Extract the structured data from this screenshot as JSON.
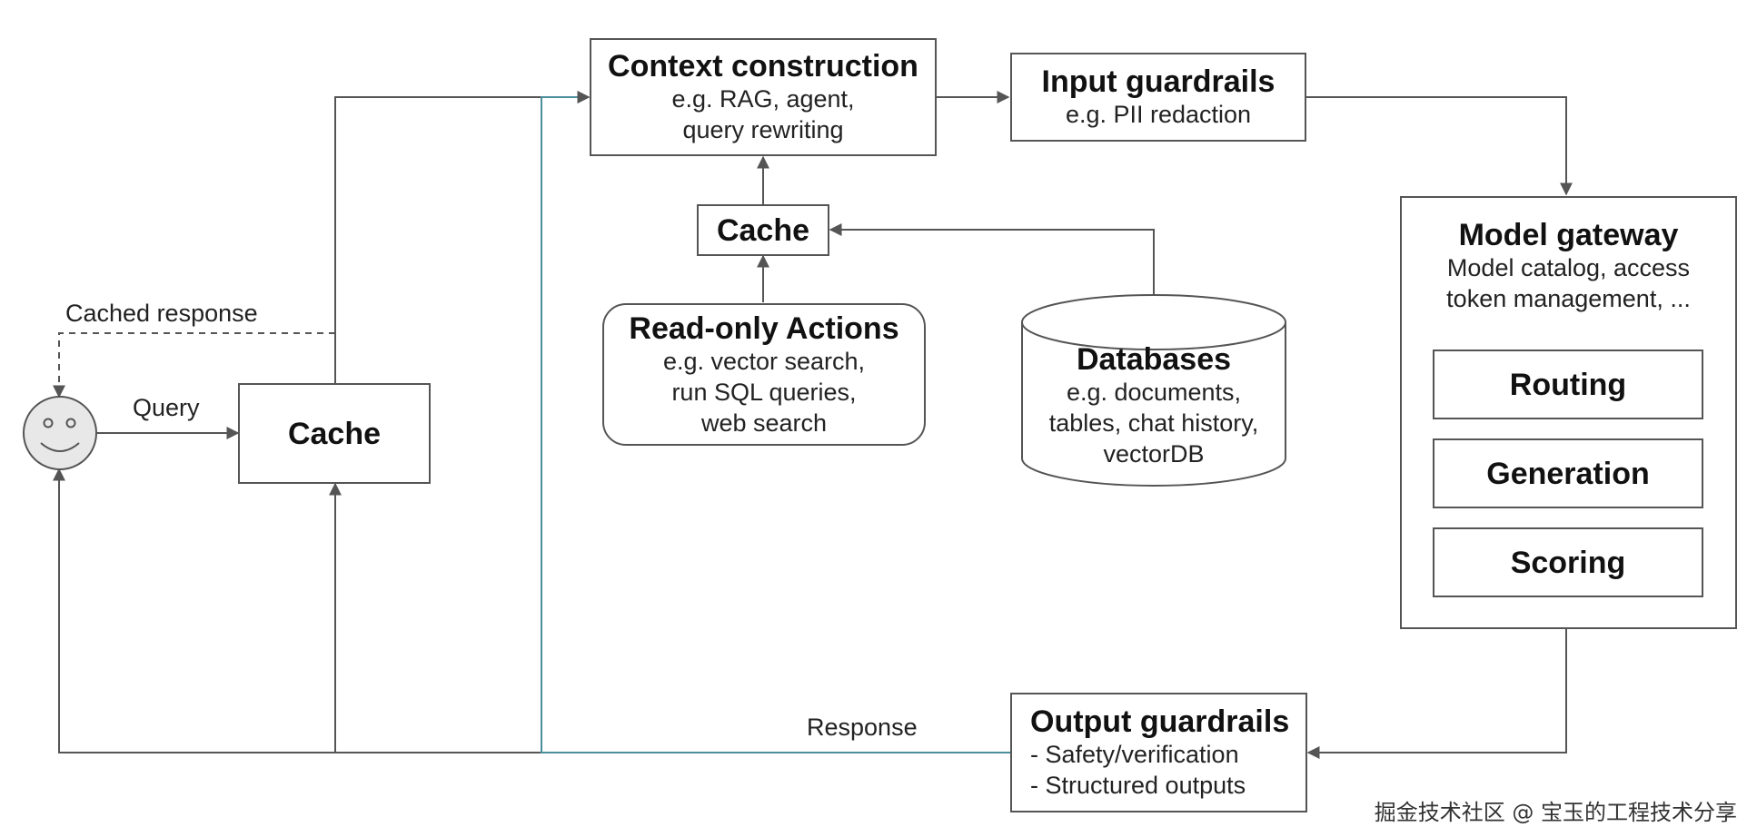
{
  "context_construction": {
    "title": "Context construction",
    "lines": [
      "e.g. RAG, agent,",
      "query rewriting"
    ]
  },
  "input_guardrails": {
    "title": "Input guardrails",
    "lines": [
      "e.g. PII redaction"
    ]
  },
  "cache_top": {
    "title": "Cache"
  },
  "cache_main": {
    "title": "Cache"
  },
  "read_only_actions": {
    "title": "Read-only Actions",
    "lines": [
      "e.g. vector search,",
      "run SQL queries,",
      "web search"
    ]
  },
  "databases": {
    "title": "Databases",
    "lines": [
      "e.g. documents,",
      "tables, chat history,",
      "vectorDB"
    ]
  },
  "model_gateway": {
    "title": "Model gateway",
    "lines": [
      "Model catalog, access",
      "token management, ..."
    ],
    "components": [
      "Routing",
      "Generation",
      "Scoring"
    ]
  },
  "output_guardrails": {
    "title": "Output guardrails",
    "lines": [
      "- Safety/verification",
      "- Structured outputs"
    ]
  },
  "labels": {
    "cached_response": "Cached response",
    "query": "Query",
    "response": "Response"
  },
  "watermark": "掘金技术社区 @ 宝玉的工程技术分享",
  "colors": {
    "stroke": "#555555",
    "response_path": "#4a8e9c",
    "user_fill": "#e8e8e8"
  },
  "user_icon": "smiley-face-icon"
}
